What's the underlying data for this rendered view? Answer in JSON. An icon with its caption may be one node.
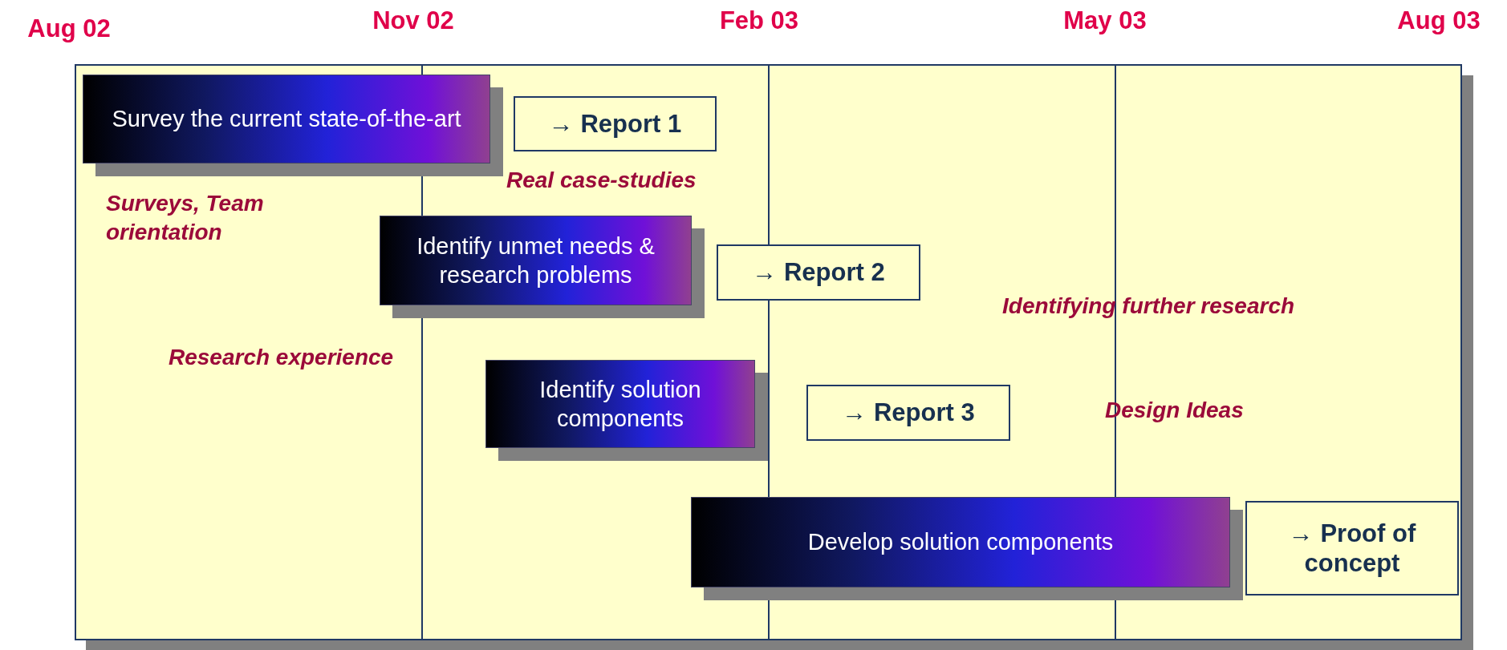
{
  "diagram": {
    "nodes": [
      {
        "text": [
          "Survey the current state-of-the-art"
        ]
      },
      {
        "text": [
          "→ Report 1"
        ]
      },
      {
        "text": [
          "Identify unmet needs & research problems"
        ]
      },
      {
        "text": [
          "→ Report 2"
        ]
      },
      {
        "text": [
          "Identify solution components"
        ]
      },
      {
        "text": [
          "→ Report 3"
        ]
      },
      {
        "text": [
          "Develop solution components"
        ]
      },
      {
        "text": [
          "→ Proof of concept"
        ]
      }
    ],
    "labels": [
      "Aug 02",
      "Nov 02",
      "Feb 03",
      "May 03",
      "Aug 03",
      "Real case-studies",
      "Surveys, Team orientation",
      "Identifying further research",
      "Research experience",
      "Design Ideas"
    ]
  }
}
